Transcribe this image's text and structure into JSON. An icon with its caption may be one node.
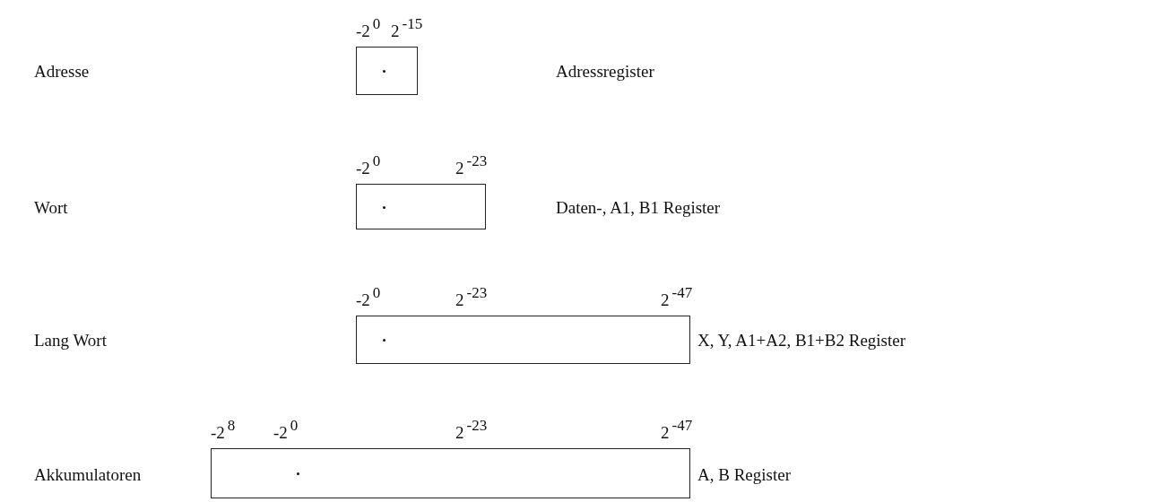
{
  "diagram": {
    "nodes": [
      {
        "text": [],
        "shape": "box",
        "beside": [
          "-2$^{0}$",
          "2$^{-15}$"
        ]
      },
      {
        "text": [],
        "shape": "box",
        "beside": [
          "-2$^{0}$",
          "2$^{-23}$"
        ]
      },
      {
        "text": [],
        "shape": "box",
        "beside": [
          "-2$^{0}$",
          "2$^{-23}$",
          "2$^{-47}$"
        ]
      },
      {
        "text": [],
        "shape": "box",
        "beside": [
          "-2$^{8}$",
          "-2$^{0}$",
          "2$^{-23}$",
          "2$^{-47}$"
        ]
      }
    ],
    "labels": [
      "Adresse",
      "Adressregister",
      "Wort",
      "Daten-, A1, B1 Register",
      "Lang Wort",
      "X, Y, A1+A2, B1+B2 Register",
      "Akkumulatoren",
      "A, B Register"
    ]
  }
}
